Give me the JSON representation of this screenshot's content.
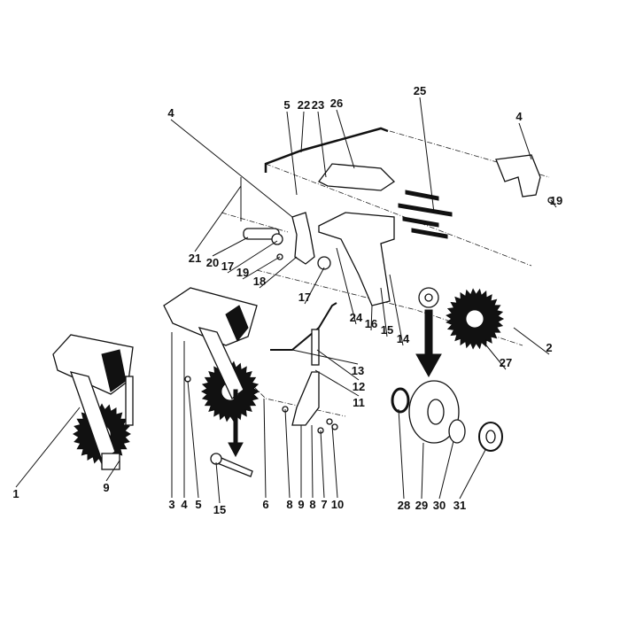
{
  "diagram": {
    "type": "exploded parts drawing",
    "line_color": "#111111",
    "background": "#ffffff",
    "callouts": [
      "25",
      "4",
      "19",
      "5",
      "22",
      "23",
      "26",
      "4",
      "21",
      "20",
      "17",
      "19",
      "18",
      "17",
      "24",
      "16",
      "15",
      "14",
      "2",
      "27",
      "13",
      "12",
      "11",
      "1",
      "9",
      "3",
      "4",
      "5",
      "15",
      "6",
      "8",
      "9",
      "8",
      "7",
      "10",
      "28",
      "29",
      "30",
      "31"
    ]
  }
}
